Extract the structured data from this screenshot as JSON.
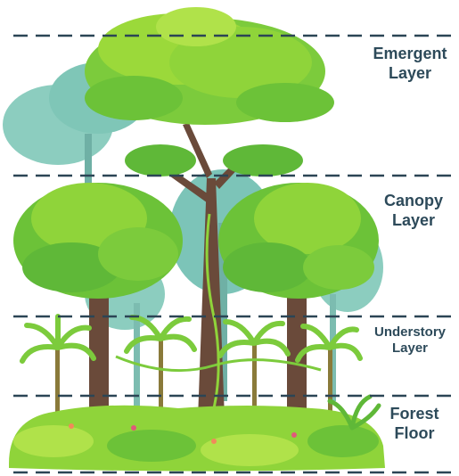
{
  "layers": [
    {
      "name_line1": "Emergent",
      "name_line2": "Layer"
    },
    {
      "name_line1": "Canopy",
      "name_line2": "Layer"
    },
    {
      "name_line1": "Understory",
      "name_line2": "Layer"
    },
    {
      "name_line1": "Forest",
      "name_line2": "Floor"
    }
  ],
  "colors": {
    "divider": "#2b4555",
    "label": "#2d4a5a",
    "foliage_light": "#9bd93a",
    "foliage_mid": "#6cc238",
    "foliage_dark": "#3f9a35",
    "background_tree": "#7fc6b7",
    "trunk": "#6a4a3a"
  }
}
